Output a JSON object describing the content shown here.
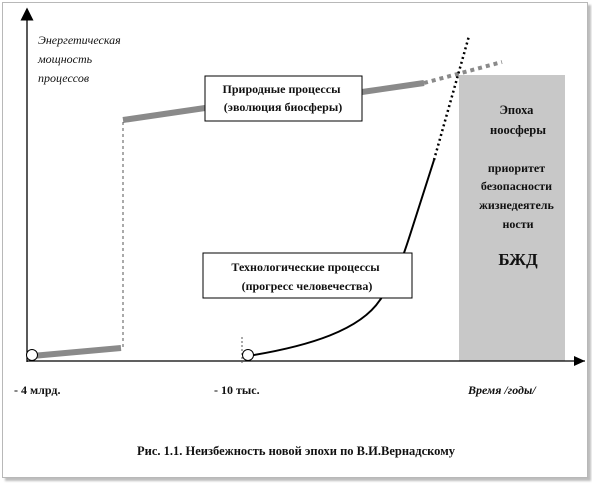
{
  "diagram": {
    "y_axis_label": [
      "Энергетическая",
      "мощность",
      "процессов"
    ],
    "x_axis_label": "Время /годы/",
    "x_ticks": [
      "- 4 млрд.",
      "- 10 тыс."
    ],
    "natural_box": [
      "Природные процессы",
      "(эволюция биосферы)"
    ],
    "tech_box": [
      "Технологические процессы",
      "(прогресс человечества)"
    ],
    "noosphere": {
      "title": [
        "Эпоха",
        "ноосферы"
      ],
      "priority": [
        "приоритет",
        "безопасности",
        "жизнедеятель",
        "ности"
      ],
      "abbrev": "БЖД"
    },
    "caption": "Рис. 1.1. Неизбежность новой эпохи по В.И.Вернадскому"
  },
  "colors": {
    "natural_curve": "#8a8a8a",
    "noosphere_band": "#c8c8c8",
    "axis": "#000000"
  }
}
